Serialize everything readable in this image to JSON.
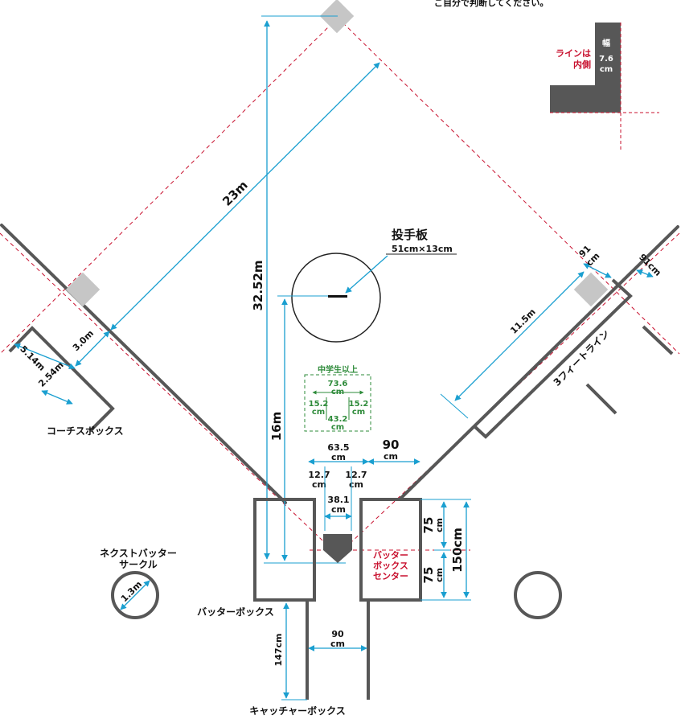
{
  "header_note": "ご自分で判断してください。",
  "inset": {
    "line_label_1": "ラインは",
    "line_label_2": "内側",
    "width_label_1": "幅",
    "width_label_2": "7.6",
    "width_label_3": "cm"
  },
  "colors": {
    "line": "#575757",
    "dimension": "#1a9fd0",
    "guide_red": "#c8102e",
    "green": "#2e8b3a",
    "base_fill": "#c6c6c6"
  },
  "labels": {
    "pitcher_plate_title": "投手板",
    "pitcher_plate_size": "51cm×13cm",
    "coach_box": "コーチスボックス",
    "next_batter_1": "ネクストバッター",
    "next_batter_2": "サークル",
    "batter_box": "バッターボックス",
    "catcher_box": "キャッチャーボックス",
    "three_foot_line": "3フィートライン",
    "batter_box_center_1": "バッター",
    "batter_box_center_2": "ボックス",
    "batter_box_center_3": "センター",
    "junior_high_plus": "中学生以上"
  },
  "dimensions": {
    "d23m": "23m",
    "d32_52m": "32.52m",
    "d16m": "16m",
    "d3_0m": "3.0m",
    "d5_14m": "5.14m",
    "d2_54m": "2.54m",
    "d11_5m": "11.5m",
    "d91cm_a": "91",
    "d91cm_b": "cm",
    "d91cm_right": "91cm",
    "d1_3m": "1.3m",
    "d147cm": "147cm",
    "d90_bottom_a": "90",
    "d90_bottom_b": "cm",
    "d90_top_a": "90",
    "d90_top_b": "cm",
    "d63_5_a": "63.5",
    "d63_5_b": "cm",
    "d12_7_left_a": "12.7",
    "d12_7_left_b": "cm",
    "d12_7_right_a": "12.7",
    "d12_7_right_b": "cm",
    "d38_1_a": "38.1",
    "d38_1_b": "cm",
    "d75_top_a": "75",
    "d75_top_b": "cm",
    "d75_bottom_a": "75",
    "d75_bottom_b": "cm",
    "d150cm": "150cm",
    "g73_6_a": "73.6",
    "g73_6_b": "cm",
    "g15_2_left_a": "15.2",
    "g15_2_left_b": "cm",
    "g15_2_right_a": "15.2",
    "g15_2_right_b": "cm",
    "g43_2_a": "43.2",
    "g43_2_b": "cm"
  }
}
